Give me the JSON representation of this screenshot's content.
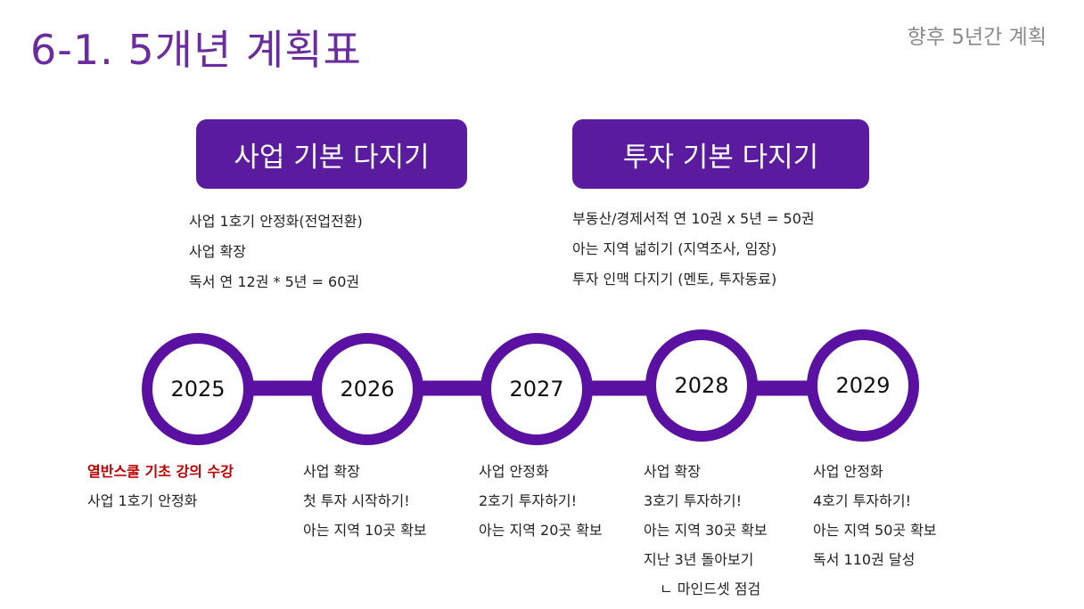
{
  "header": {
    "title": "6-1. 5개년 계획표",
    "subtitle": "향후 5년간 계획"
  },
  "phases": [
    {
      "label": "사업 기본 다지기",
      "items": [
        "사업 1호기 안정화(전업전환)",
        "사업 확장",
        "독서 연 12권 * 5년 = 60권"
      ]
    },
    {
      "label": "투자 기본 다지기",
      "items": [
        "부동산/경제서적 연 10권 x 5년 = 50권",
        "아는 지역 넓히기 (지역조사, 임장)",
        "투자 인맥 다지기 (멘토, 투자동료)"
      ]
    }
  ],
  "timeline": {
    "accent_color": "#5a10a0",
    "years": [
      {
        "year": "2025",
        "items": [
          "열반스쿨 기초 강의 수강",
          "사업 1호기 안정화"
        ]
      },
      {
        "year": "2026",
        "items": [
          "사업 확장",
          "첫 투자 시작하기!",
          "아는 지역 10곳 확보"
        ]
      },
      {
        "year": "2027",
        "items": [
          "사업 안정화",
          "2호기 투자하기!",
          "아는 지역 20곳 확보"
        ]
      },
      {
        "year": "2028",
        "items": [
          "사업 확장",
          "3호기 투자하기!",
          "아는 지역 30곳 확보",
          "지난 3년 돌아보기",
          "ㄴ 마인드셋 점검"
        ]
      },
      {
        "year": "2029",
        "items": [
          "사업 안정화",
          "4호기 투자하기!",
          "아는 지역 50곳 확보",
          "독서 110권 달성"
        ]
      }
    ]
  },
  "highlight_color": "#c00000"
}
